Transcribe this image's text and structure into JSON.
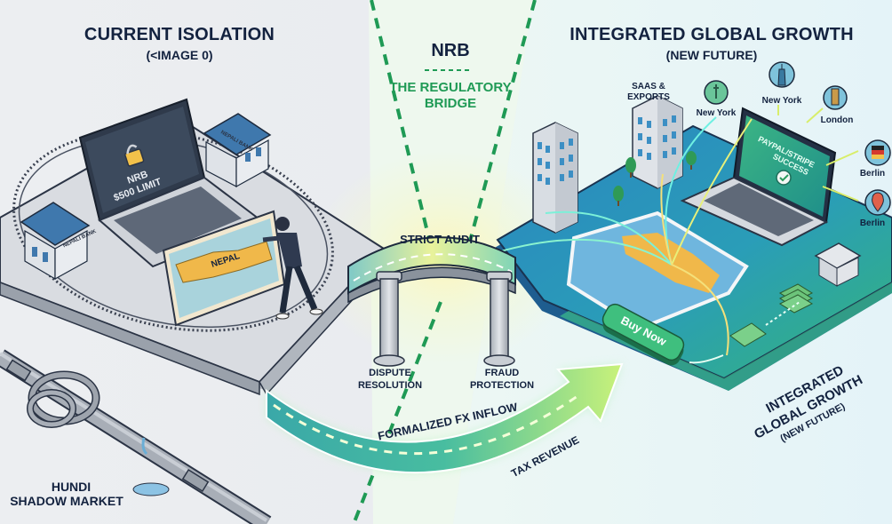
{
  "left_panel": {
    "title": "CURRENT ISOLATION",
    "subtitle": "(<IMAGE 0)",
    "laptop_screen": {
      "line1": "NRB",
      "line2": "$500 LIMIT",
      "icon": "padlock-icon"
    },
    "bank_signs": [
      "NEPALI BANK",
      "NEPALI BANK"
    ],
    "map_label": "NEPAL",
    "pipe_label": {
      "line1": "HUNDI",
      "line2": "SHADOW MARKET"
    }
  },
  "center_panel": {
    "title": "NRB",
    "subtitle_line1": "THE REGULATORY",
    "subtitle_line2": "BRIDGE",
    "bridge_label": "STRICT AUDIT",
    "pillars": [
      {
        "line1": "DISPUTE",
        "line2": "RESOLUTION"
      },
      {
        "line1": "FRAUD",
        "line2": "PROTECTION"
      }
    ],
    "flow_arrow_label": "FORMALIZED FX INFLOW",
    "flow_arrow_sublabel": "TAX REVENUE"
  },
  "right_panel": {
    "title": "INTEGRATED GLOBAL GROWTH",
    "subtitle": "(NEW FUTURE)",
    "building_label": {
      "line1": "SAAS &",
      "line2": "EXPORTS"
    },
    "laptop_screen": {
      "line1": "PAYPAL/STRIPE",
      "line2": "SUCCESS",
      "icon": "checkmark-icon"
    },
    "cities": [
      {
        "name": "New York",
        "icon": "statue-of-liberty-icon"
      },
      {
        "name": "New York",
        "icon": "empire-state-building-icon"
      },
      {
        "name": "London",
        "icon": "big-ben-icon"
      },
      {
        "name": "Berlin",
        "icon": "germany-map-icon"
      },
      {
        "name": "Berlin",
        "icon": "map-pin-icon"
      }
    ],
    "buy_button": "Buy Now",
    "corner_label": {
      "line1": "INTEGRATED",
      "line2": "GLOBAL GROWTH",
      "line3": "(NEW FUTURE)"
    }
  },
  "colors": {
    "navy": "#13223f",
    "green": "#1f9a55",
    "left_bg": "#eef0f3",
    "right_bg": "#e6f4f8",
    "platform_right": "#2a8fc4",
    "platform_green": "#35b778",
    "nepal_yellow": "#f0b84a",
    "bank_blue": "#3f78ad"
  }
}
